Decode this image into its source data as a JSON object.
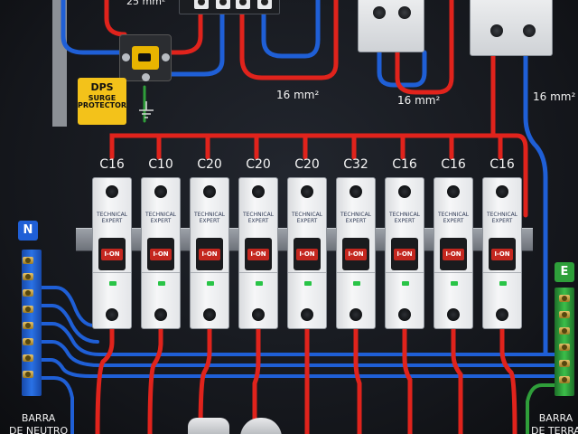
{
  "labels": {
    "top_section": "25 mm²",
    "dps_line1": "DPS",
    "dps_line2": "SURGE PROTECTOR",
    "cable_a": "16 mm²",
    "cable_b": "16 mm²",
    "cable_c": "16 mm²"
  },
  "breakers": [
    {
      "rating": "C16",
      "brand": "TECHNICAL EXPERT",
      "switch": "I-ON"
    },
    {
      "rating": "C10",
      "brand": "TECHNICAL EXPERT",
      "switch": "I-ON"
    },
    {
      "rating": "C20",
      "brand": "TECHNICAL EXPERT",
      "switch": "I-ON"
    },
    {
      "rating": "C20",
      "brand": "TECHNICAL EXPERT",
      "switch": "I-ON"
    },
    {
      "rating": "C20",
      "brand": "TECHNICAL EXPERT",
      "switch": "I-ON"
    },
    {
      "rating": "C32",
      "brand": "TECHNICAL EXPERT",
      "switch": "I-ON"
    },
    {
      "rating": "C16",
      "brand": "TECHNICAL EXPERT",
      "switch": "I-ON"
    },
    {
      "rating": "C16",
      "brand": "TECHNICAL EXPERT",
      "switch": "I-ON"
    },
    {
      "rating": "C16",
      "brand": "TECHNICAL EXPERT",
      "switch": "I-ON"
    }
  ],
  "neutral_bar": {
    "badge": "N",
    "label_line1": "BARRA",
    "label_line2": "DE NEUTRO"
  },
  "ground_bar": {
    "badge": "E",
    "label_line1": "BARRA",
    "label_line2": "DE TERRA"
  },
  "colors": {
    "live": "#e0231c",
    "neutral": "#1f5fd6",
    "ground": "#2f9e3a",
    "dps_yellow": "#f3c21a",
    "neutral_badge": "#1f5fd6",
    "ground_badge": "#2e9f3a",
    "led": "#29c447"
  },
  "icons": {
    "ground": "earth-ground-icon",
    "screw": "terminal-screw-icon"
  }
}
